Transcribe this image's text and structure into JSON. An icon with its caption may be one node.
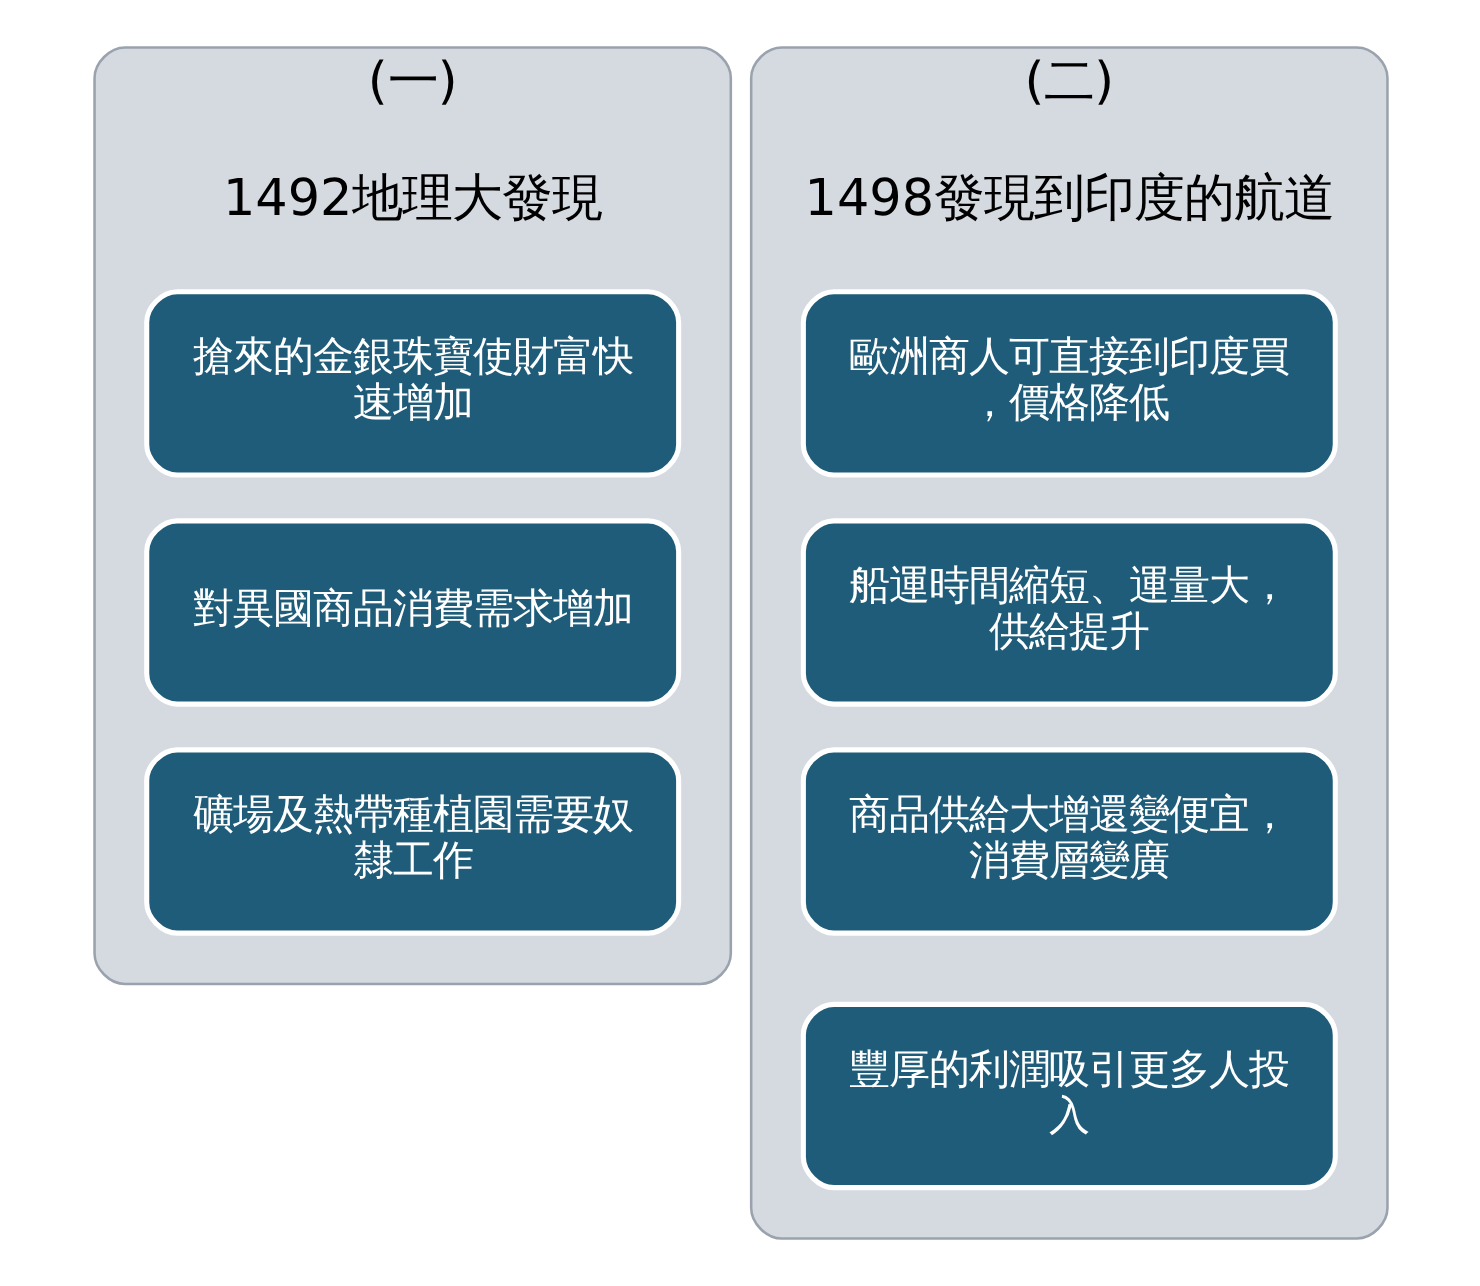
{
  "diagram": {
    "nodes": [
      {
        "text": [
          "(一)",
          "1492地理大發現"
        ]
      },
      {
        "text": [
          "搶來的金銀珠寶使財富快速增加"
        ],
        "in": 0
      },
      {
        "text": [
          "對異國商品消費需求增加"
        ],
        "in": 0
      },
      {
        "text": [
          "礦場及熱帶種植園需要奴隸工作"
        ],
        "in": 0
      },
      {
        "text": [
          "(二)",
          "1498發現到印度的航道"
        ]
      },
      {
        "text": [
          "歐洲商人可直接到印度買，價格降低"
        ],
        "in": 4
      },
      {
        "text": [
          "船運時間縮短、運量大，供給提升"
        ],
        "in": 4
      },
      {
        "text": [
          "商品供給大增還變便宜，消費層變廣"
        ],
        "in": 4
      },
      {
        "text": [
          "豐厚的利潤吸引更多人投入"
        ],
        "in": 4
      }
    ],
    "edges": []
  }
}
